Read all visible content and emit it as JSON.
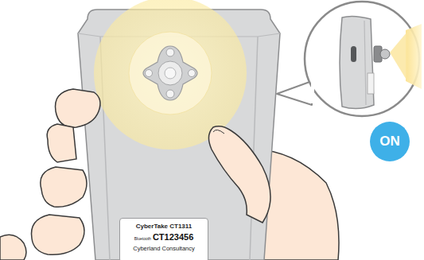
{
  "diagram": {
    "nodes": [
      {
        "text": [
          "CyberTake CT1311",
          "Bluetooth",
          "CT123456",
          "Cyberland Consultancy"
        ]
      },
      {
        "text": [
          "ON"
        ]
      }
    ]
  }
}
